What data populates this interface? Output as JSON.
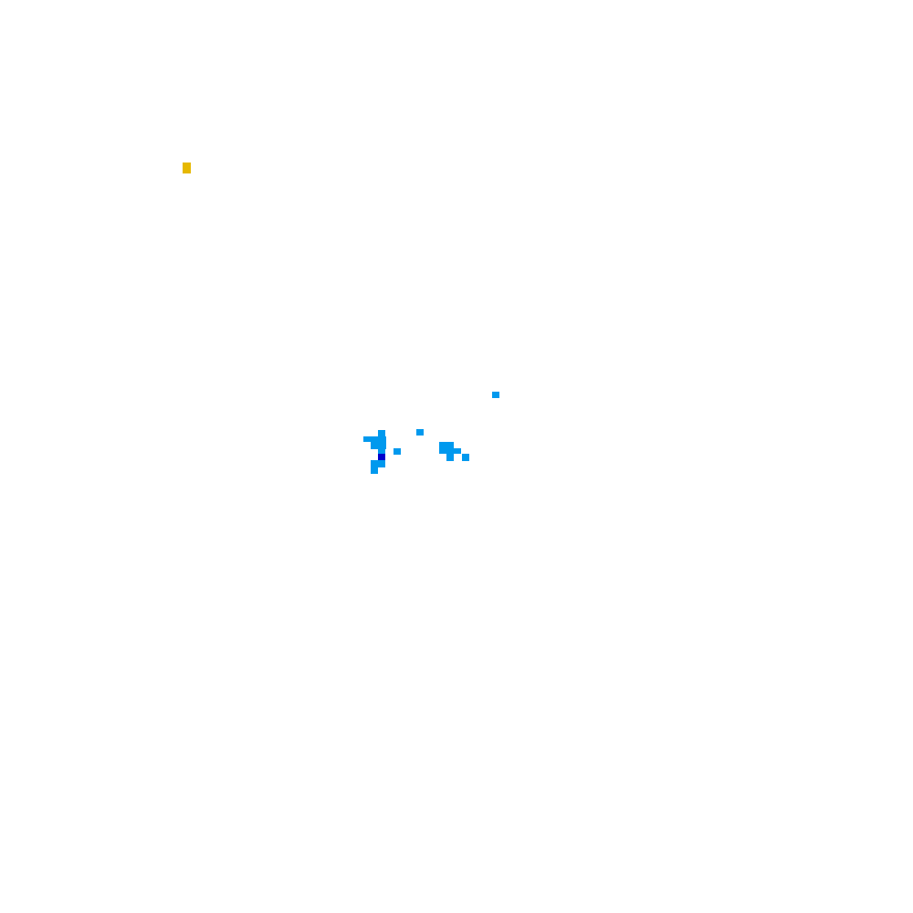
{
  "palette": {
    "background": "#ffffff",
    "light_blue": "#0099ee",
    "dark_blue": "#0000cc",
    "yellow": "#e6b800"
  },
  "clusters": [
    {
      "name": "yellow-speck",
      "color_key": "yellow"
    },
    {
      "name": "isolated-blue-speck",
      "color_key": "light_blue"
    },
    {
      "name": "left-blue-cluster",
      "color_key": "light_blue"
    },
    {
      "name": "center-blue-cluster",
      "color_key": "light_blue"
    },
    {
      "name": "right-blue-cluster",
      "color_key": "light_blue"
    },
    {
      "name": "dark-blue-speck",
      "color_key": "dark_blue"
    }
  ]
}
